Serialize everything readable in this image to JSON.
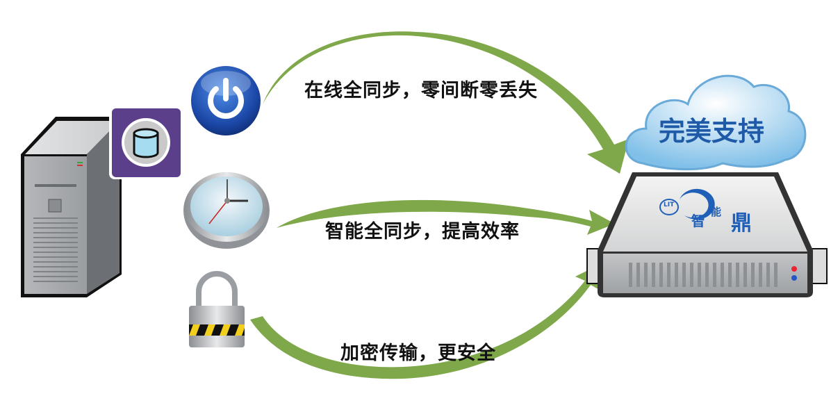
{
  "labels": {
    "top": "在线全同步，零间断零丢失",
    "middle": "智能全同步，提高效率",
    "bottom": "加密传输，更安全"
  },
  "cloud": {
    "text": "完美支持"
  },
  "server": {
    "logo_mark": "LIT",
    "logo_chars": [
      "智",
      "能",
      "鼎"
    ]
  },
  "icons": [
    "server-tower-icon",
    "database-icon",
    "power-icon",
    "clock-icon",
    "padlock-icon",
    "cloud-icon",
    "rack-server-icon"
  ],
  "colors": {
    "arrow": "#7ea84a",
    "cloud_text": "#1f5aa8",
    "database_bg": "#5b3f8a",
    "power_blue": "#1f4fb0"
  }
}
